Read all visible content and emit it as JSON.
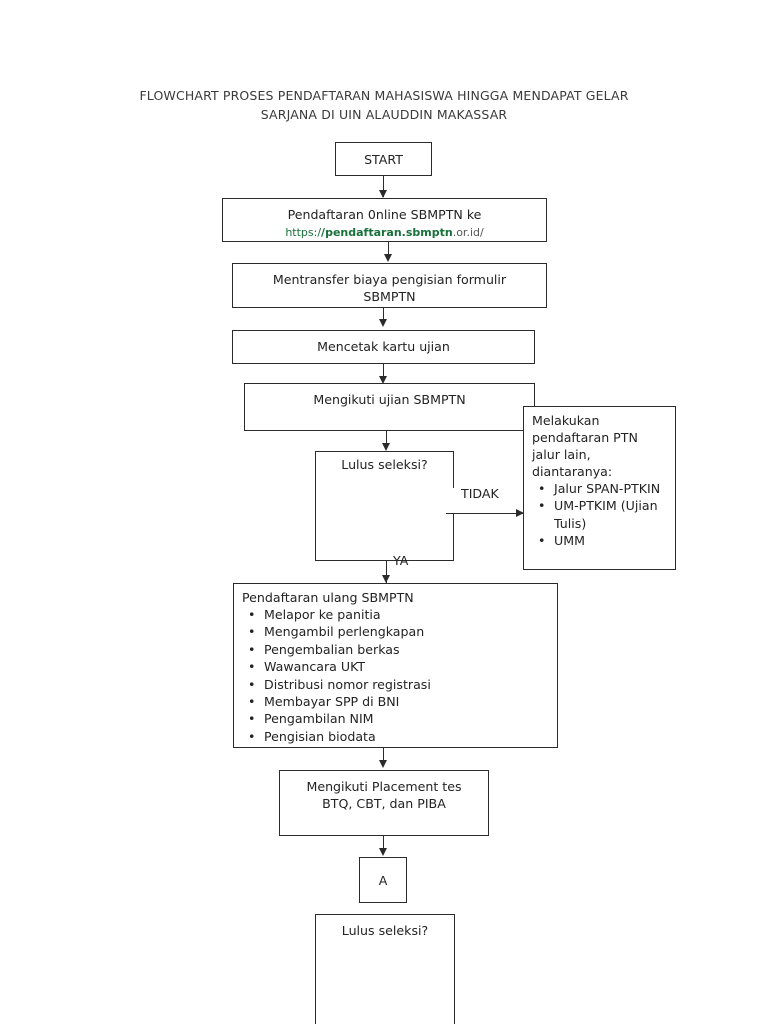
{
  "document": {
    "title_line1": "FLOWCHART PROSES PENDAFTARAN MAHASISWA HINGGA MENDAPAT GELAR",
    "title_line2": "SARJANA DI UIN ALAUDDIN MAKASSAR",
    "title_full": "FLOWCHART PROSES PENDAFTARAN MAHASISWA HINGGA MENDAPAT GELAR\nSARJANA DI UIN ALAUDDIN MAKASSAR"
  },
  "colors": {
    "stroke": "#2b2b2b",
    "text": "#232323",
    "link_green": "#17703a",
    "link_gray": "#555555",
    "background": "#ffffff"
  },
  "nodes": {
    "start": {
      "label": "START"
    },
    "pendaftaran_online": {
      "line1": "Pendaftaran 0nline SBMPTN ke",
      "url_prefix": "https:/",
      "url_bold": "/pendaftaran.sbmptn",
      "url_suffix": ".or.id/"
    },
    "transfer_biaya": {
      "line1": "Mentransfer biaya pengisian formulir",
      "line2": "SBMPTN"
    },
    "cetak_kartu": {
      "label": "Mencetak kartu ujian"
    },
    "ikut_ujian": {
      "label": "Mengikuti ujian SBMPTN"
    },
    "decision_lulus_1": {
      "label": "Lulus seleksi?"
    },
    "jalur_lain": {
      "lead_line1": "Melakukan",
      "lead_line2": "pendaftaran PTN",
      "lead_line3": "jalur lain,",
      "lead_line4": "diantaranya:",
      "items": [
        "Jalur SPAN-PTKIN",
        "UM-PTKIM (Ujian Tulis)",
        "UMM"
      ]
    },
    "pendaftaran_ulang": {
      "lead": "Pendaftaran ulang SBMPTN",
      "items": [
        "Melapor ke panitia",
        "Mengambil perlengkapan",
        "Pengembalian berkas",
        "Wawancara UKT",
        "Distribusi nomor registrasi",
        "Membayar SPP di BNI",
        "Pengambilan NIM",
        "Pengisian biodata"
      ]
    },
    "placement_test": {
      "line1": "Mengikuti Placement tes",
      "line2": "BTQ, CBT, dan PIBA"
    },
    "connector_a": {
      "label": "A"
    },
    "decision_lulus_2": {
      "label": "Lulus seleksi?"
    }
  },
  "branch_labels": {
    "tidak": "TIDAK",
    "ya": "YA"
  }
}
